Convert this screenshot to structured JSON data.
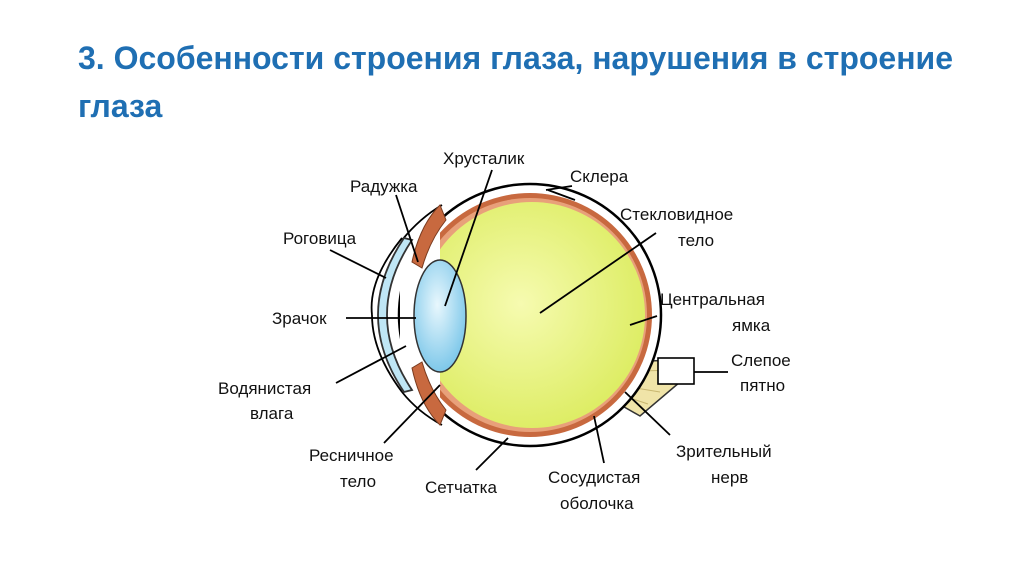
{
  "slide": {
    "title": "3. Особенности строения глаза, нарушения в строение глаза"
  },
  "diagram": {
    "labels": {
      "lens": "Хрусталик",
      "sclera": "Склера",
      "iris": "Радужка",
      "vitreous_line1": "Стекловидное",
      "vitreous_line2": "тело",
      "cornea": "Роговица",
      "fovea_line1": "Центральная",
      "fovea_line2": "ямка",
      "pupil": "Зрачок",
      "blind_spot_line1": "Слепое",
      "blind_spot_line2": "пятно",
      "aqueous_line1": "Водянистая",
      "aqueous_line2": "влага",
      "optic_nerve_line1": "Зрительный",
      "optic_nerve_line2": "нерв",
      "ciliary_line1": "Ресничное",
      "ciliary_line2": "тело",
      "retina": "Сетчатка",
      "choroid_line1": "Сосудистая",
      "choroid_line2": "оболочка"
    },
    "colors": {
      "title": "#1f6fb3",
      "vitreous": "#e6f27a",
      "choroid": "#c8693f",
      "cornea": "#bfe6f5",
      "lens": "#9fd8f0",
      "optic_nerve": "#f0e4a8"
    }
  }
}
